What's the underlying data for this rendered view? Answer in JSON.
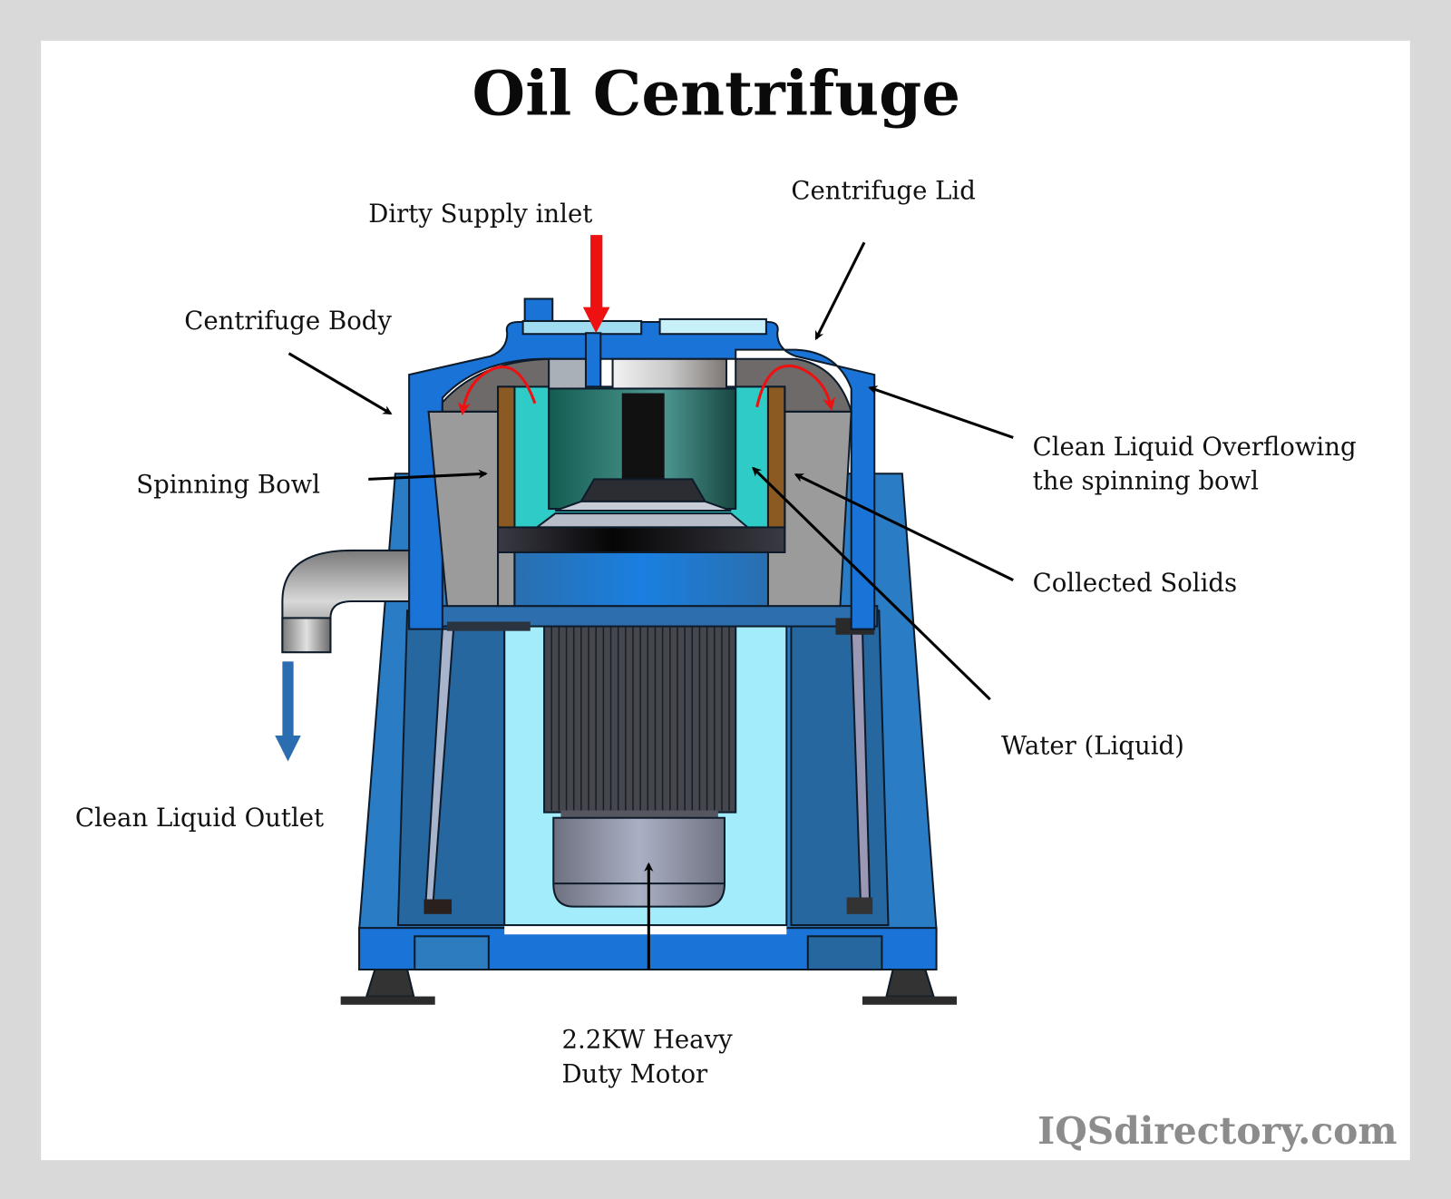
{
  "title": "Oil Centrifuge",
  "labels": {
    "dirty_supply_inlet": "Dirty Supply inlet",
    "centrifuge_lid": "Centrifuge Lid",
    "centrifuge_body": "Centrifuge Body",
    "spinning_bowl": "Spinning Bowl",
    "clean_liquid_overflowing_line1": "Clean Liquid Overflowing",
    "clean_liquid_overflowing_line2": "the spinning bowl",
    "collected_solids": "Collected Solids",
    "water_liquid": "Water (Liquid)",
    "clean_liquid_outlet": "Clean Liquid Outlet",
    "motor_line1": "2.2KW Heavy",
    "motor_line2": "Duty Motor"
  },
  "watermark": "IQSdirectory.com",
  "colors": {
    "frame": "#d9d9d9",
    "body_blue": "#1a73d6",
    "dark_blue": "#2767a0",
    "inlet_arrow": "#ee1111",
    "outlet_arrow": "#2a6db0",
    "water": "#2ecbc7",
    "solids": "#8a5a22",
    "motor_chamber": "#a2ecfb"
  }
}
